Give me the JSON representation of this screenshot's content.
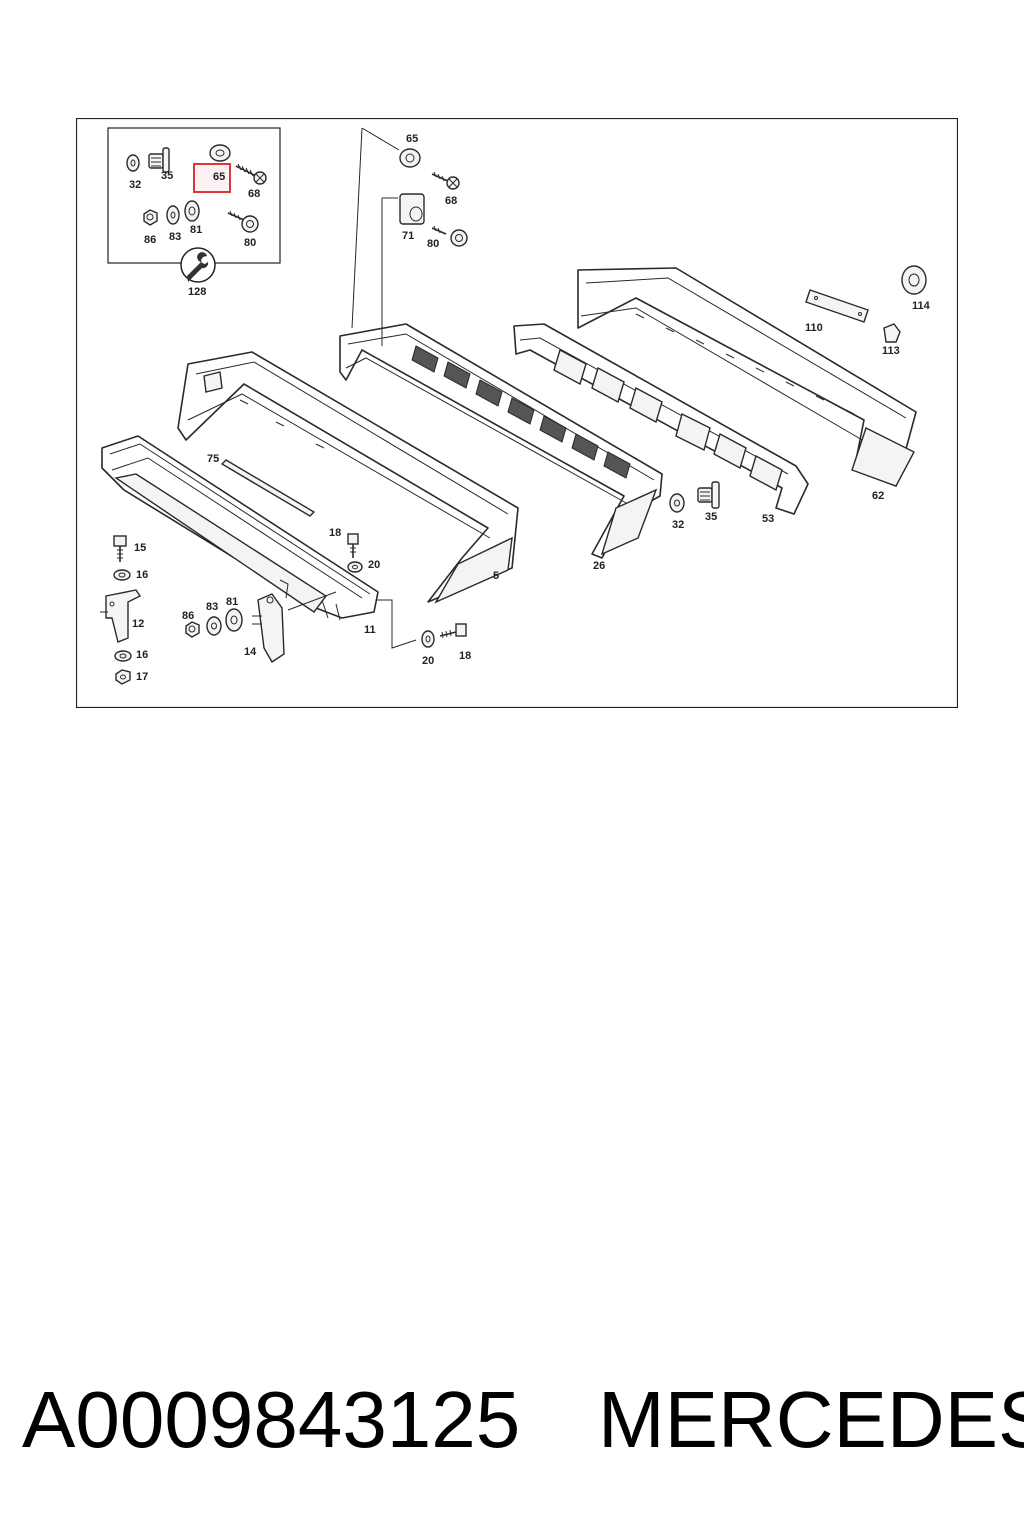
{
  "diagram": {
    "highlight_color": "#d9363e",
    "highlighted_part": "65",
    "labels": {
      "p32a": "32",
      "p35a": "35",
      "p65a": "65",
      "p68a": "68",
      "p86a": "86",
      "p83a": "83",
      "p81a": "81",
      "p80a": "80",
      "p128": "128",
      "p65b": "65",
      "p68b": "68",
      "p71": "71",
      "p80b": "80",
      "p114": "114",
      "p110": "110",
      "p113": "113",
      "p75": "75",
      "p5": "5",
      "p26": "26",
      "p62": "62",
      "p32b": "32",
      "p35b": "35",
      "p53": "53",
      "p15": "15",
      "p16a": "16",
      "p12": "12",
      "p16b": "16",
      "p17": "17",
      "p18a": "18",
      "p20a": "20",
      "p86b": "86",
      "p83b": "83",
      "p81b": "81",
      "p14": "14",
      "p11": "11",
      "p20b": "20",
      "p18b": "18"
    }
  },
  "footer": {
    "part_number": "A0009843125",
    "brand": "MERCEDES"
  }
}
